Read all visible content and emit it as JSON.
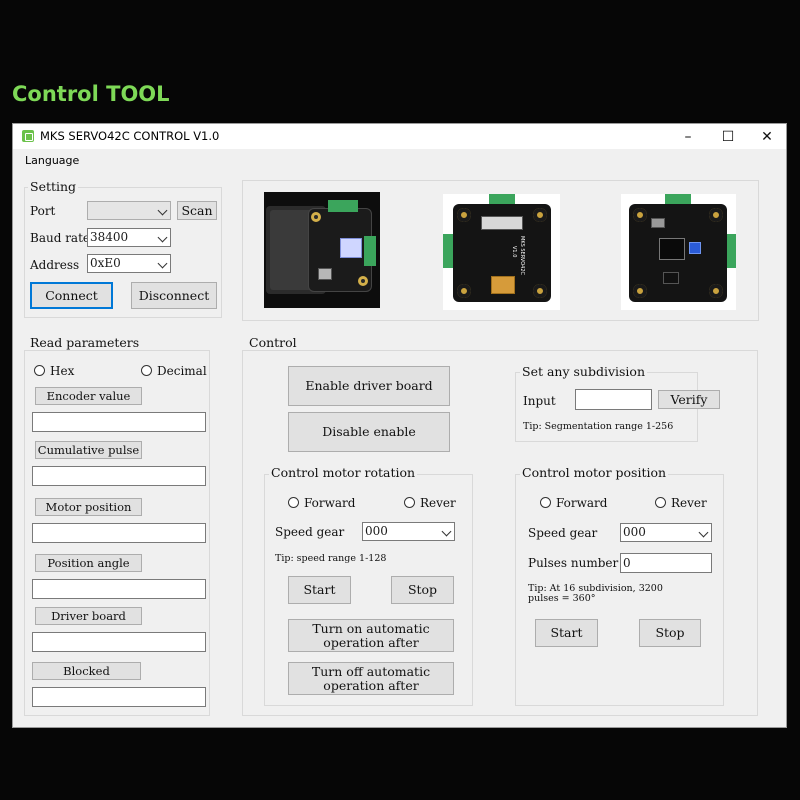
{
  "banner": {
    "title": "Control TOOL"
  },
  "window": {
    "title": "MKS SERVO42C CONTROL V1.0",
    "controls": {
      "minimize": "–",
      "maximize": "☐",
      "close": "✕"
    }
  },
  "menu": {
    "language": "Language"
  },
  "setting": {
    "title": "Setting",
    "port_label": "Port",
    "port_value": "",
    "scan_button": "Scan",
    "baud_label": "Baud rate",
    "baud_value": "38400",
    "address_label": "Address",
    "address_value": "0xE0",
    "connect_button": "Connect",
    "disconnect_button": "Disconnect"
  },
  "read_parameters": {
    "title": "Read parameters",
    "hex_label": "Hex",
    "decimal_label": "Decimal",
    "encoder_button": "Encoder value",
    "encoder_value": "",
    "cumulative_button": "Cumulative pulse",
    "cumulative_value": "",
    "motor_position_button": "Motor position",
    "motor_position_value": "",
    "position_angle_button": "Position angle",
    "position_angle_value": "",
    "driver_board_button": "Driver board",
    "driver_board_value": "",
    "blocked_button": "Blocked",
    "blocked_value": ""
  },
  "control": {
    "title": "Control",
    "enable_button": "Enable driver board",
    "disable_button": "Disable enable",
    "subdivision": {
      "title": "Set any subdivision",
      "input_label": "Input",
      "input_value": "",
      "verify_button": "Verify",
      "tip": "Tip: Segmentation range 1-256"
    },
    "rotation": {
      "title": "Control motor rotation",
      "forward_label": "Forward",
      "rever_label": "Rever",
      "speed_label": "Speed gear",
      "speed_value": "000",
      "tip": "Tip: speed range 1-128",
      "start_button": "Start",
      "stop_button": "Stop",
      "turn_on_line1": "Turn on automatic",
      "turn_on_line2": "operation after",
      "turn_off_line1": "Turn off automatic",
      "turn_off_line2": "operation after"
    },
    "position": {
      "title": "Control motor position",
      "forward_label": "Forward",
      "rever_label": "Rever",
      "speed_label": "Speed gear",
      "speed_value": "000",
      "pulses_label": "Pulses number",
      "pulses_value": "0",
      "tip_line1": "Tip: At 16 subdivision, 3200",
      "tip_line2": "pulses = 360°",
      "start_button": "Start",
      "stop_button": "Stop"
    }
  },
  "images": {
    "board_label": "MKS SERVO42C",
    "board_version": "V1.0"
  }
}
